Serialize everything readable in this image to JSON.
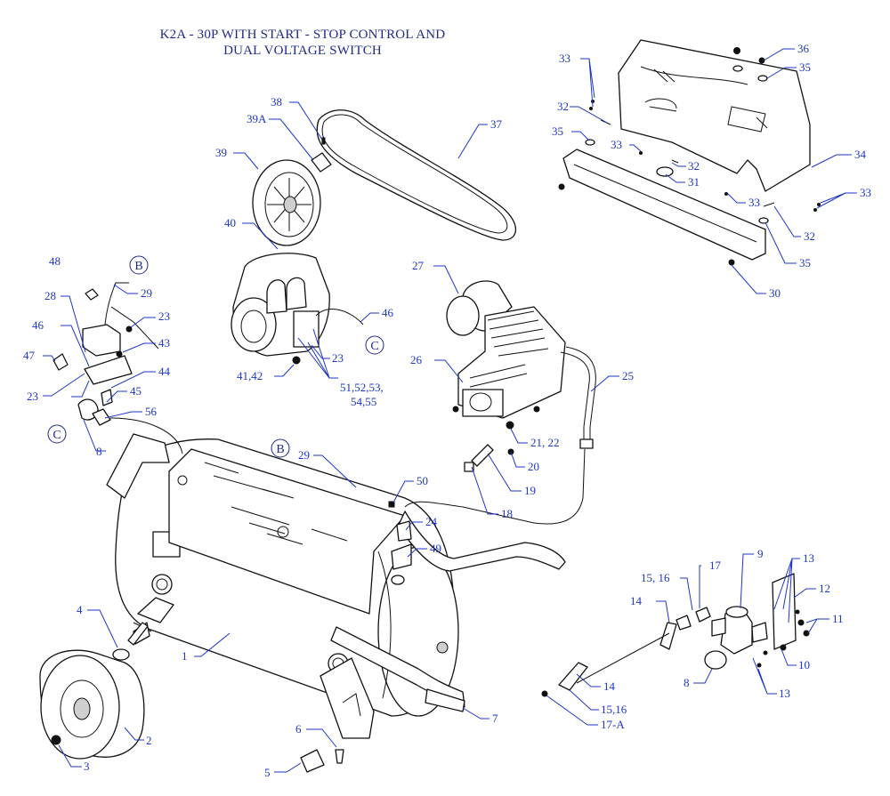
{
  "title": {
    "line1": "K2A - 30P WITH START - STOP CONTROL AND",
    "line2": "DUAL VOLTAGE SWITCH"
  },
  "labels": {
    "l1": "1",
    "l2": "2",
    "l3": "3",
    "l4": "4",
    "l5": "5",
    "l6": "6",
    "l7": "7",
    "l8a": "8",
    "l8b": "8",
    "l9": "9",
    "l10": "10",
    "l11": "11",
    "l12": "12",
    "l13a": "13",
    "l13b": "13",
    "l14a": "14",
    "l14b": "14",
    "l15_16a": "15, 16",
    "l15_16b": "15,16",
    "l17": "17",
    "l17a": "17-A",
    "l18": "18",
    "l19": "19",
    "l20": "20",
    "l21_22": "21, 22",
    "l23a": "23",
    "l23b": "23",
    "l23c": "23",
    "l24": "24",
    "l25": "25",
    "l26": "26",
    "l27": "27",
    "l28": "28",
    "l29a": "29",
    "l29b": "29",
    "l30": "30",
    "l31": "31",
    "l32a": "32",
    "l32b": "32",
    "l32c": "32",
    "l33a": "33",
    "l33b": "33",
    "l33c": "33",
    "l33d": "33",
    "l34": "34",
    "l35a": "35",
    "l35b": "35",
    "l35c": "35",
    "l36": "36",
    "l37": "37",
    "l38": "38",
    "l39": "39",
    "l39a": "39A",
    "l40": "40",
    "l41_42": "41,42",
    "l43": "43",
    "l44": "44",
    "l45": "45",
    "l46a": "46",
    "l46b": "46",
    "l47": "47",
    "l48": "48",
    "l49": "49",
    "l50": "50",
    "l51_55a": "51,52,53,",
    "l51_55b": "54,55",
    "l56": "56"
  },
  "connectors": {
    "b": "B",
    "c": "C"
  }
}
